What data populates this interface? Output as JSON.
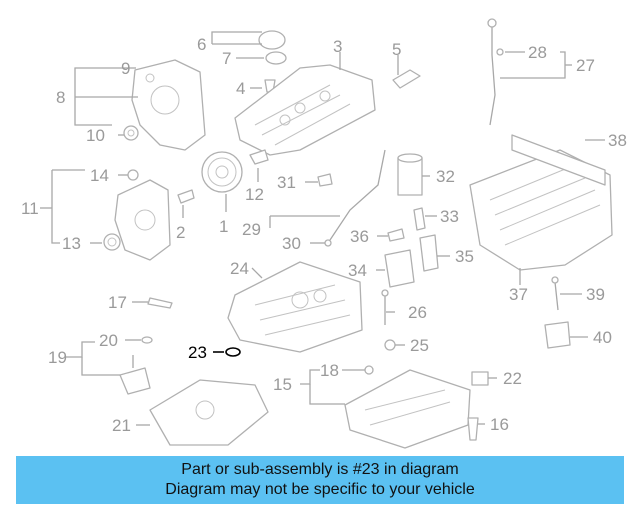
{
  "highlight_color": "#5bc1f2",
  "highlighted_callout": "23",
  "callouts": [
    "1",
    "2",
    "3",
    "4",
    "5",
    "6",
    "7",
    "8",
    "9",
    "10",
    "11",
    "12",
    "13",
    "14",
    "15",
    "16",
    "17",
    "18",
    "19",
    "20",
    "21",
    "22",
    "23",
    "24",
    "25",
    "26",
    "27",
    "28",
    "29",
    "30",
    "31",
    "32",
    "33",
    "34",
    "35",
    "36",
    "37",
    "38",
    "39",
    "40"
  ],
  "banner": {
    "line1": "Part or sub-assembly is #23 in diagram",
    "line2": "Diagram may not be specific to your vehicle"
  }
}
